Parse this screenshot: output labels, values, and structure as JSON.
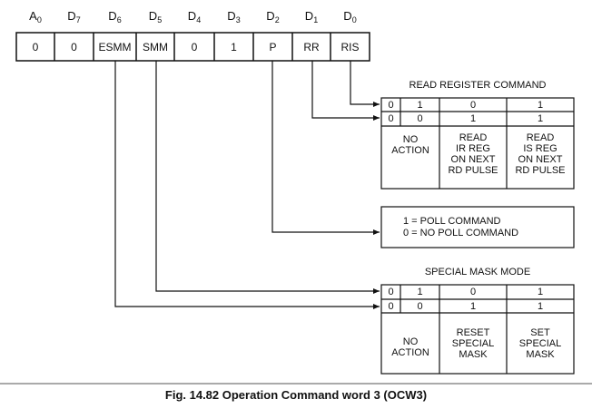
{
  "bit_headers": [
    {
      "base": "A",
      "sub": "0"
    },
    {
      "base": "D",
      "sub": "7"
    },
    {
      "base": "D",
      "sub": "6"
    },
    {
      "base": "D",
      "sub": "5"
    },
    {
      "base": "D",
      "sub": "4"
    },
    {
      "base": "D",
      "sub": "3"
    },
    {
      "base": "D",
      "sub": "2"
    },
    {
      "base": "D",
      "sub": "1"
    },
    {
      "base": "D",
      "sub": "0"
    }
  ],
  "register_cells": [
    "0",
    "0",
    "ESMM",
    "SMM",
    "0",
    "1",
    "P",
    "RR",
    "RIS"
  ],
  "read_register": {
    "title": "READ REGISTER COMMAND",
    "row1": [
      "0",
      "1",
      "0",
      "1"
    ],
    "row2": [
      "0",
      "0",
      "1",
      "1"
    ],
    "col_no_action": "NO\nACTION",
    "col_read_ir": "READ\nIR REG\nON NEXT\nRD PULSE",
    "col_read_is": "READ\nIS REG\nON NEXT\nRD PULSE"
  },
  "poll": {
    "line1": "1 = POLL COMMAND",
    "line2": "0 = NO POLL COMMAND"
  },
  "special_mask": {
    "title": "SPECIAL MASK MODE",
    "row1": [
      "0",
      "1",
      "0",
      "1"
    ],
    "row2": [
      "0",
      "0",
      "1",
      "1"
    ],
    "col_no_action": "NO\nACTION",
    "col_reset": "RESET\nSPECIAL\nMASK",
    "col_set": "SET\nSPECIAL\nMASK"
  },
  "caption": "Fig. 14.82 Operation Command word 3 (OCW3)"
}
